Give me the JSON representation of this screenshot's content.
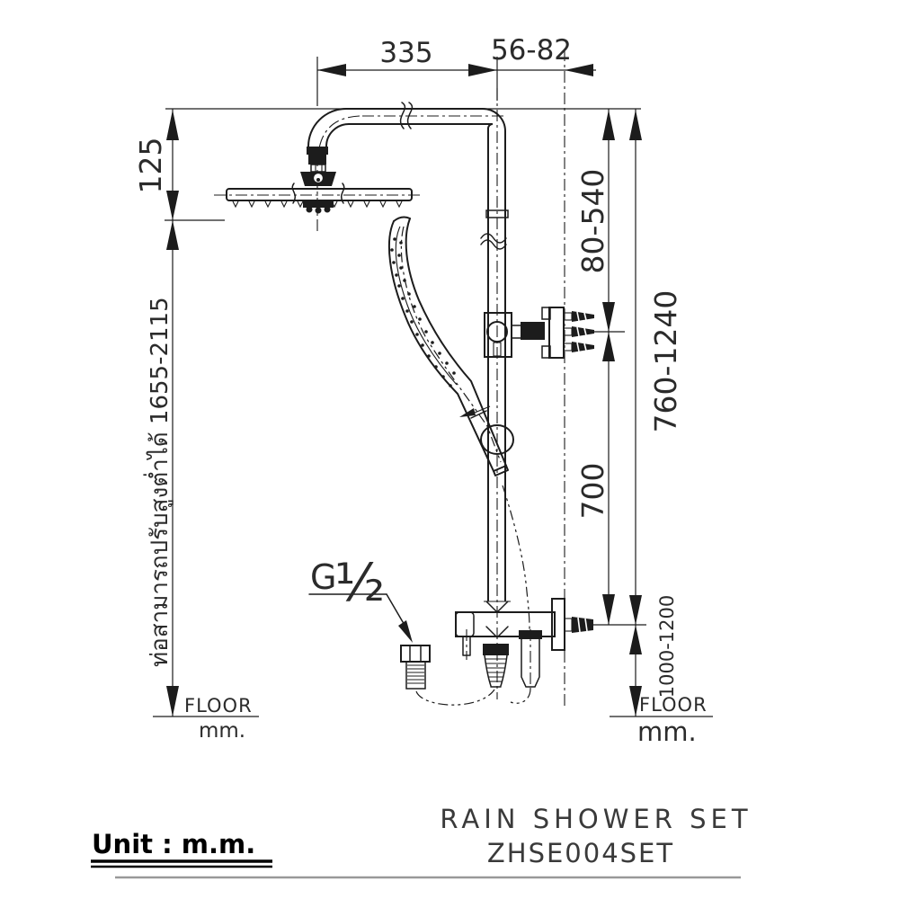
{
  "drawing": {
    "kind": "technical-drawing",
    "product_name": "RAIN SHOWER SET",
    "product_code": "ZHSE004SET",
    "unit_label": "Unit : m.m."
  },
  "dimensions": {
    "arm_length": "335",
    "wall_offset": "56-82",
    "head_drop": "125",
    "upper_adjust": "80-540",
    "total_height": "760-1240",
    "slide_bar": "700",
    "valve_height": "1000-1200",
    "adjustable_note": "ท่อสามารถปรับสูงต่ำได้ 1655-2115"
  },
  "thread": {
    "prefix": "G",
    "size": "½"
  },
  "floor_left": {
    "label": "FLOOR",
    "unit": "mm."
  },
  "floor_right": {
    "label": "FLOOR",
    "unit": "mm."
  },
  "colors": {
    "ink": "#1c1c1c",
    "footer_rule": "#999999",
    "background": "#ffffff"
  }
}
